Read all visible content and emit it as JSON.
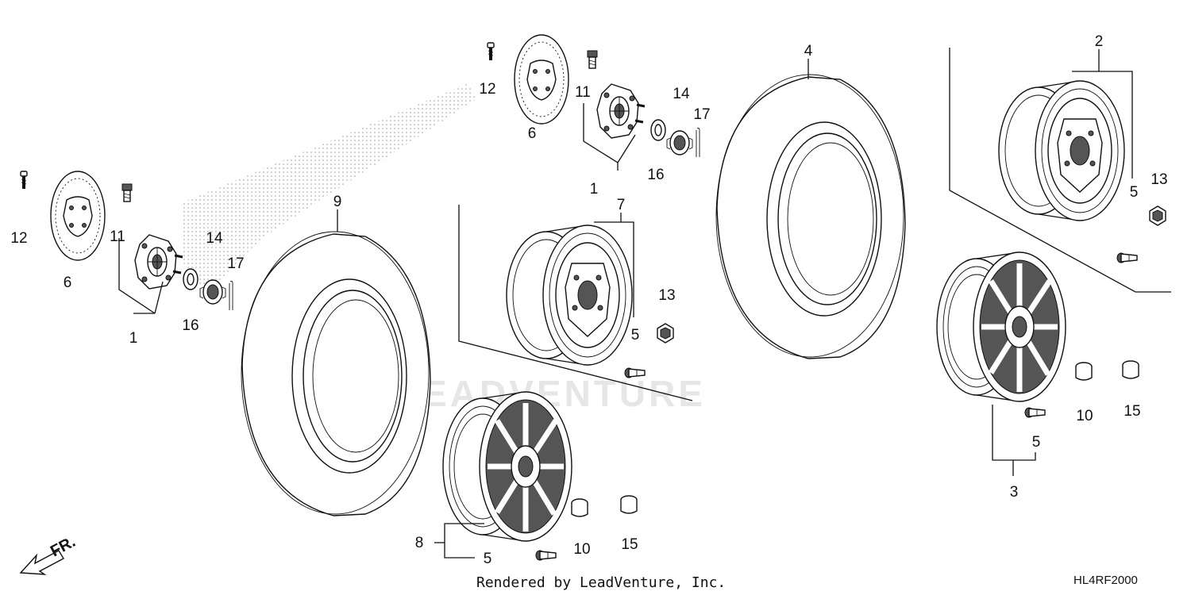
{
  "watermark": {
    "text": "LEADVENTURE"
  },
  "caption": {
    "rendered_by": "Rendered by LeadVenture, Inc.",
    "diagram_code": "HL4RF2000"
  },
  "front_marker": {
    "label": "FR.",
    "icon": "front-direction-arrow-icon"
  },
  "callouts": {
    "c1a": "1",
    "c1b": "1",
    "c2": "2",
    "c3": "3",
    "c4": "4",
    "c5a": "5",
    "c5b": "5",
    "c5c": "5",
    "c5d": "5",
    "c6a": "6",
    "c6b": "6",
    "c7": "7",
    "c8": "8",
    "c9": "9",
    "c10a": "10",
    "c10b": "10",
    "c11a": "11",
    "c11b": "11",
    "c12a": "12",
    "c12b": "12",
    "c13a": "13",
    "c13b": "13",
    "c14a": "14",
    "c14b": "14",
    "c15a": "15",
    "c15b": "15",
    "c16a": "16",
    "c16b": "16",
    "c17a": "17",
    "c17b": "17"
  }
}
